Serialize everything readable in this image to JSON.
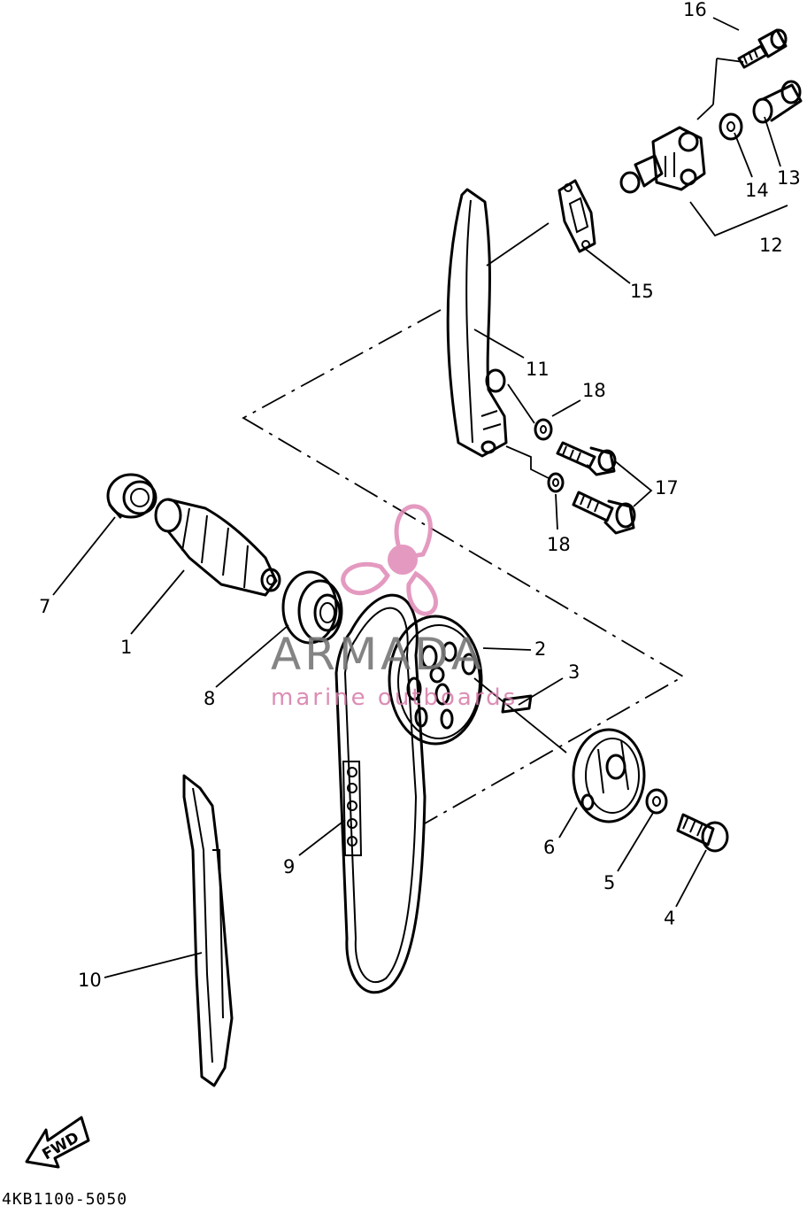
{
  "diagram": {
    "part_code": "4KB1100-5050",
    "direction_label": "FWD",
    "watermark": {
      "brand": "ARMADA",
      "tagline": "marine outboards",
      "icon": "propeller-logo-icon",
      "color": "#e089b6"
    },
    "callouts": [
      "1",
      "2",
      "3",
      "4",
      "5",
      "6",
      "7",
      "8",
      "9",
      "10",
      "11",
      "12",
      "13",
      "14",
      "15",
      "16",
      "17",
      "18",
      "18"
    ]
  }
}
